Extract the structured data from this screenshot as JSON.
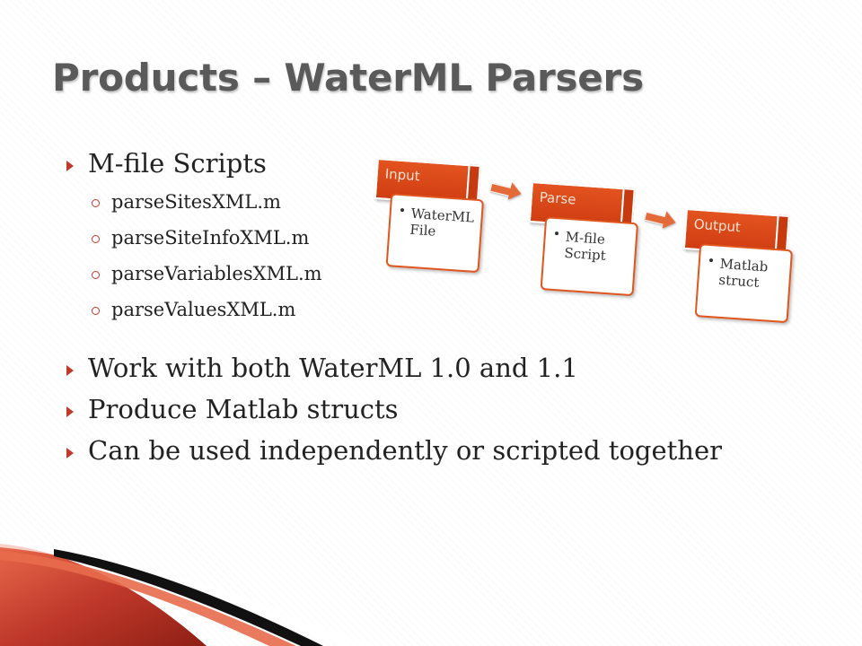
{
  "slide": {
    "title": "Products – WaterML Parsers",
    "bullets": [
      {
        "text": "M-file Scripts",
        "sub": [
          "parseSitesXML.m",
          "parseSiteInfoXML.m",
          "parseVariablesXML.m",
          "parseValuesXML.m"
        ]
      },
      {
        "text": "Work with both WaterML 1.0 and 1.1"
      },
      {
        "text": "Produce Matlab structs"
      },
      {
        "text": "Can be used independently or scripted together"
      }
    ]
  },
  "diagram": {
    "steps": [
      {
        "header": "Input",
        "item_line1": "WaterML",
        "item_line2": "File"
      },
      {
        "header": "Parse",
        "item_line1": "M-file",
        "item_line2": "Script"
      },
      {
        "header": "Output",
        "item_line1": "Matlab",
        "item_line2": "struct"
      }
    ]
  },
  "colors": {
    "accent": "#c0392b",
    "process_header": "#d8471a",
    "title_text": "#5a5a5a",
    "corner_red": "#c0392b"
  }
}
